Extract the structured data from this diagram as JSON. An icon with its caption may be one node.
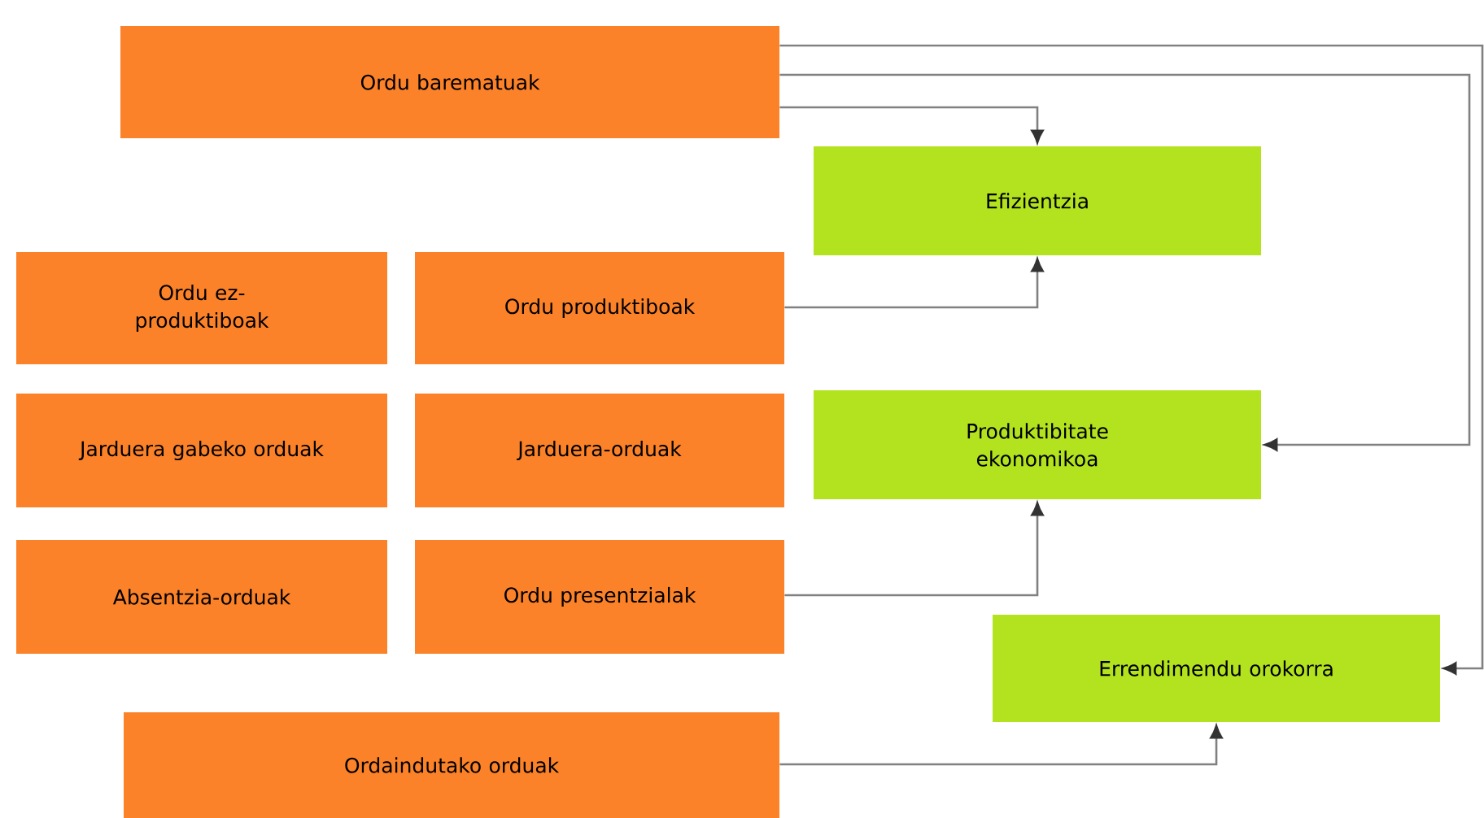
{
  "diagram": {
    "nodes": [
      {
        "text": [
          "Ordu barematuak"
        ]
      },
      {
        "text": [
          "Efizientzia"
        ]
      },
      {
        "text": [
          "Ordu ez-produktiboak"
        ]
      },
      {
        "text": [
          "Ordu produktiboak"
        ]
      },
      {
        "text": [
          "Jarduera gabeko orduak"
        ]
      },
      {
        "text": [
          "Jarduera-orduak"
        ]
      },
      {
        "text": [
          "Produktibitate ekonomikoa"
        ]
      },
      {
        "text": [
          "Absentzia-orduak"
        ]
      },
      {
        "text": [
          "Ordu presentzialak"
        ]
      },
      {
        "text": [
          "Errendimendu orokorra"
        ]
      },
      {
        "text": [
          "Ordaindutako orduak"
        ]
      }
    ],
    "edges": [
      {
        "from": 0,
        "to": 1,
        "arrow": "to"
      },
      {
        "from": 3,
        "to": 1,
        "arrow": "to"
      },
      {
        "from": 0,
        "to": 6,
        "arrow": "to"
      },
      {
        "from": 8,
        "to": 6,
        "arrow": "to"
      },
      {
        "from": 0,
        "to": 9,
        "arrow": "to"
      },
      {
        "from": 10,
        "to": 9,
        "arrow": "to"
      }
    ]
  }
}
